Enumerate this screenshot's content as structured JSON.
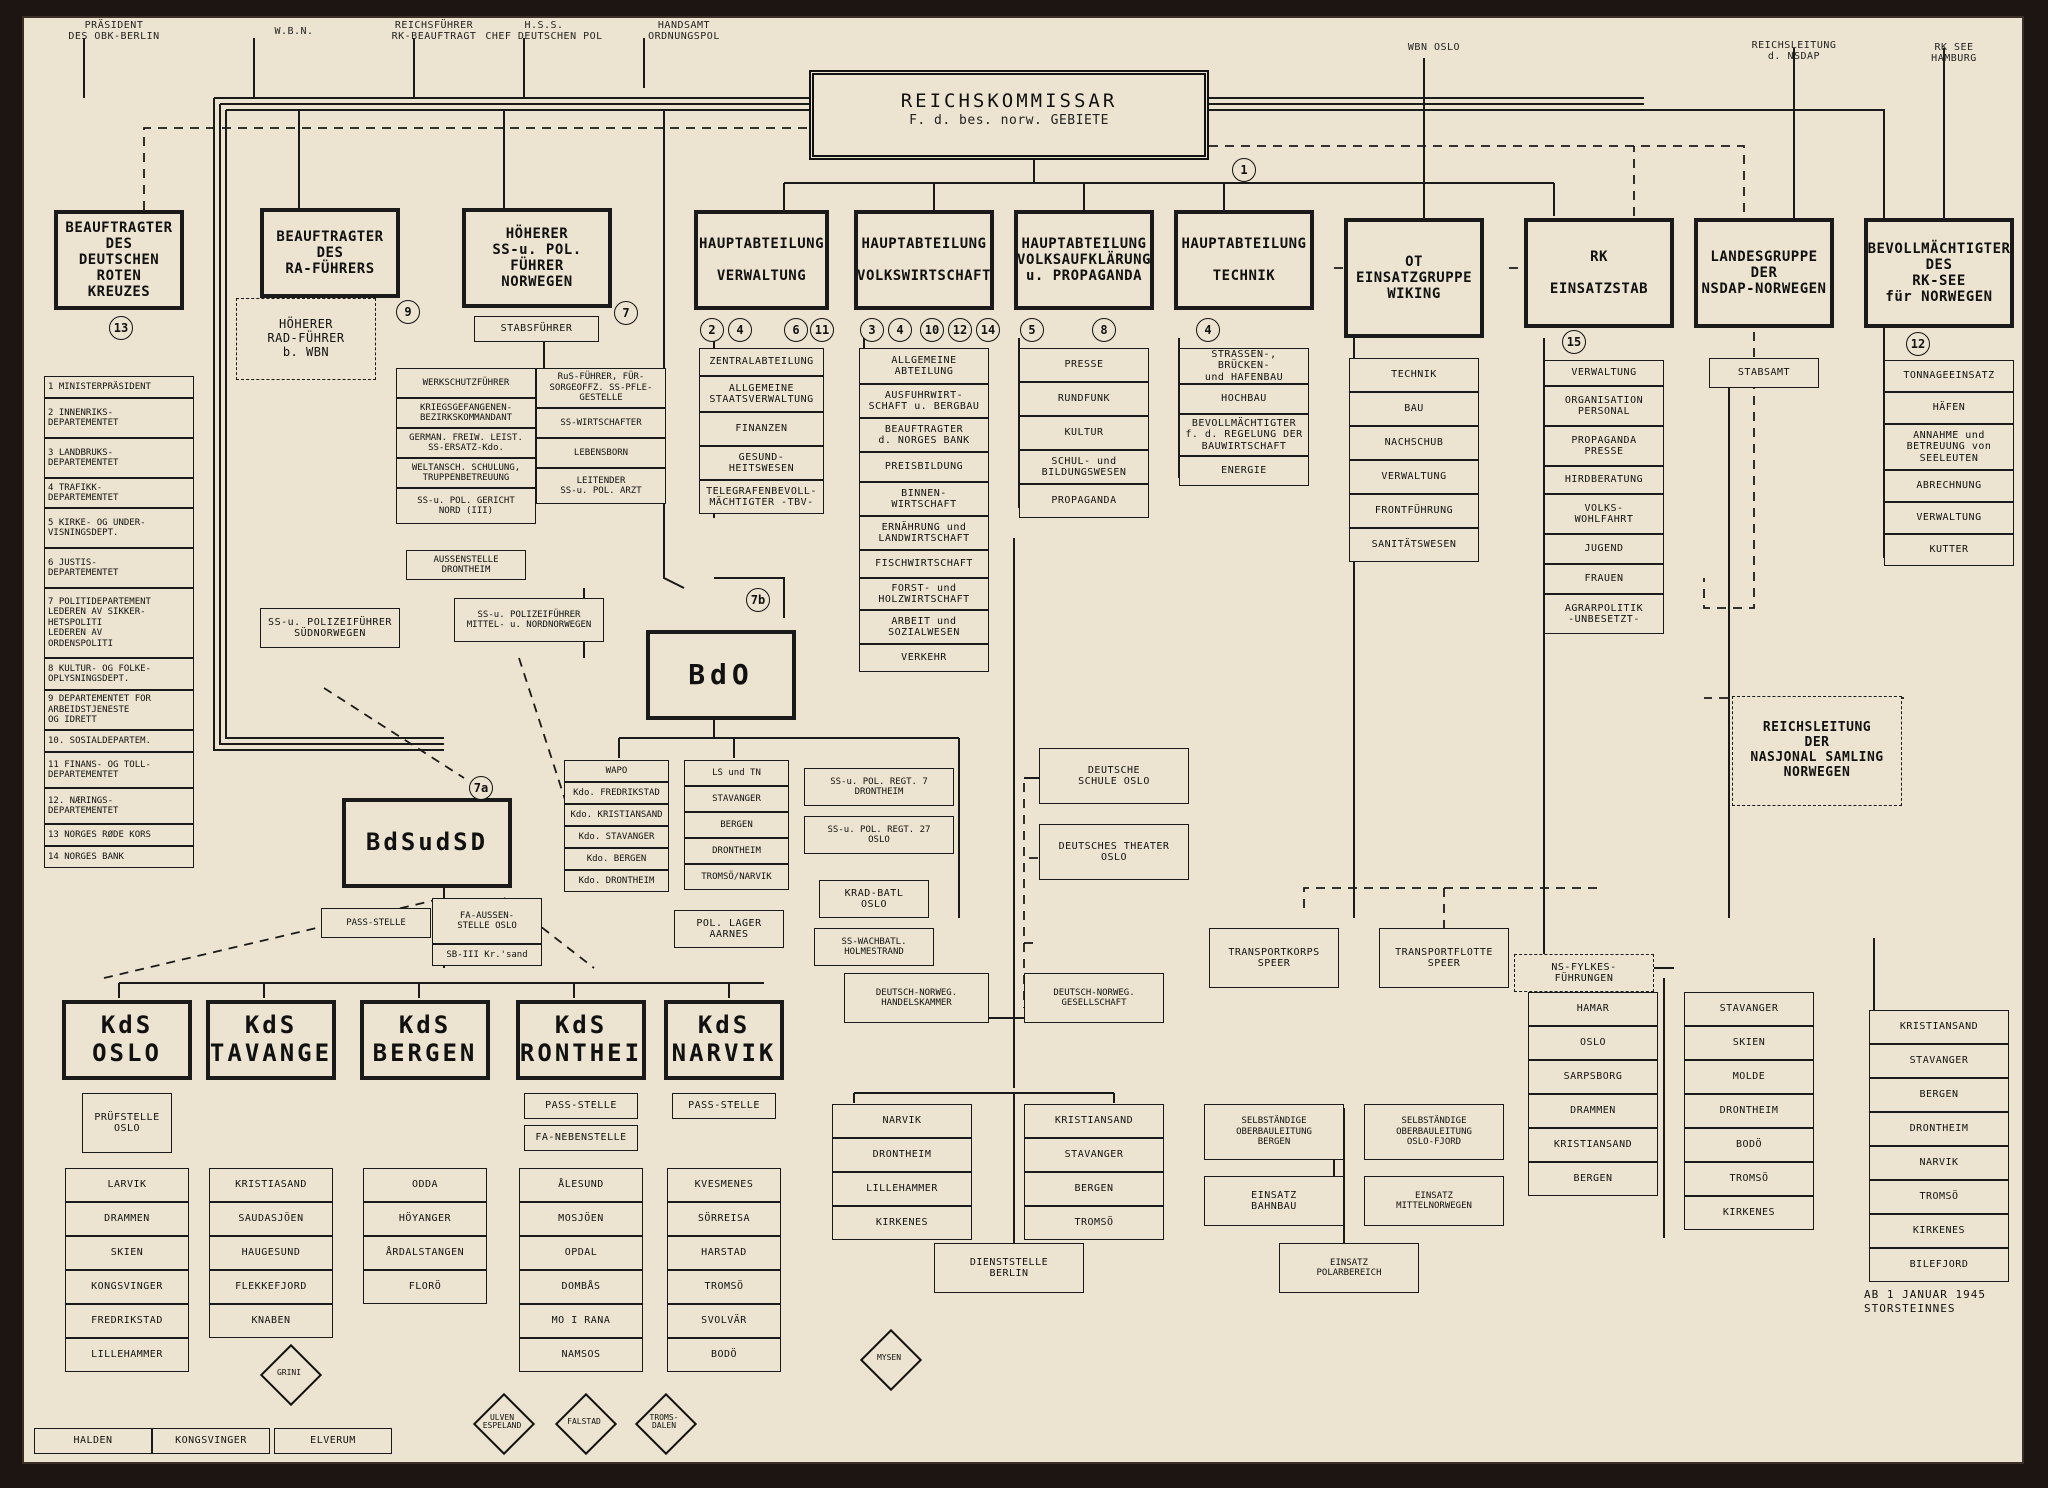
{
  "top_labels": [
    "PRÄSIDENT\nDES OBK-BERLIN",
    "W.B.N.",
    "REICHSFÜHRER\nRK-BEAUFTRAGT",
    "H.S.S.\nCHEF DEUTSCHEN POL",
    "HANDSAMT\nORDNUNGSPOL",
    "WBN OSLO",
    "REICHSLEITUNG\nd. NSDAP",
    "RK SEE\nHAMBURG"
  ],
  "reichskommissar": {
    "title": "REICHSKOMMISSAR",
    "subtitle": "F. d. bes. norw. GEBIETE",
    "num": "1"
  },
  "left_column": {
    "beauftragter_drk": "BEAUFTRAGTER\nDES\nDEUTSCHEN ROTEN\nKREUZES",
    "num13": "13",
    "departments": [
      "1  MINISTERPRÄSIDENT",
      "2  INNENRIKS-\nDEPARTEMENTET",
      "3  LANDBRUKS-\nDEPARTEMENTET",
      "4  TRAFIKK-\nDEPARTEMENTET",
      "5  KIRKE- OG UNDER-\nVISNINGSDEPT.",
      "6  JUSTIS-\nDEPARTEMENTET",
      "7  POLITIDEPARTEMENT\nLEDEREN AV SIKKER-\nHETSPOLITI\nLEDEREN AV\nORDENSPOLITI",
      "8  KULTUR- OG FOLKE-\nOPLYSNINGSDEPT.",
      "9  DEPARTEMENTET FOR\nARBEIDSTJENESTE\nOG IDRETT",
      "10. SOSIALDEPARTEM.",
      "11  FINANS- OG TOLL-\nDEPARTEMENTET",
      "12. NÆRINGS-\nDEPARTEMENTET",
      "13  NORGES RØDE KORS",
      "14  NORGES BANK"
    ]
  },
  "ra": {
    "title": "BEAUFTRAGTER\nDES\nRA-FÜHRERS",
    "rad": "HÖHERER\nRAD-FÜHRER\nb. WBN",
    "num9": "9"
  },
  "hssp": {
    "title": "HÖHERER\nSS-u. POL. FÜHRER\nNORWEGEN",
    "stab": "STABSFÜHRER",
    "num7": "7",
    "left_items": [
      "WERKSCHUTZFÜHRER",
      "KRIEGSGEFANGENEN-\nBEZIRKSKOMMANDANT",
      "GERMAN. FREIW. LEIST.\nSS-ERSATZ-Kdo.",
      "WELTANSCH. SCHULUNG,\nTRUPPENBETREUUNG",
      "SS-u. POL. GERICHT\nNORD (III)"
    ],
    "right_items": [
      "RuS-FÜHRER, FÜR-\nSORGEOFFZ. SS-PFLE-\nGESTELLE",
      "SS-WIRTSCHAFTER",
      "LEBENSBORN",
      "LEITENDER\nSS-u. POL. ARZT"
    ],
    "aussenstelle": "AUSSENSTELLE\nDRONTHEIM",
    "spf_sued": "SS-u. POLIZEIFÜHRER\nSÜDNORWEGEN",
    "spf_mitte": "SS-u. POLIZEIFÜHRER\nMITTEL- u. NORDNORWEGEN"
  },
  "hauptabteilungen": [
    {
      "title": "HAUPTABTEILUNG\n\nVERWALTUNG",
      "nums": [
        "2",
        "4",
        "6",
        "11"
      ],
      "items": [
        "ZENTRALABTEILUNG",
        "ALLGEMEINE\nSTAATSVERWALTUNG",
        "FINANZEN",
        "GESUND-\nHEITSWESEN",
        "TELEGRAFENBEVOLL-\nMÄCHTIGTER -TBV-"
      ]
    },
    {
      "title": "HAUPTABTEILUNG\n\nVOLKSWIRTSCHAFT",
      "nums": [
        "3",
        "4",
        "10",
        "12",
        "14"
      ],
      "items": [
        "ALLGEMEINE\nABTEILUNG",
        "AUSFUHRWIRT-\nSCHAFT u. BERGBAU",
        "BEAUFTRAGTER\nd. NORGES BANK",
        "PREISBILDUNG",
        "BINNEN-\nWIRTSCHAFT",
        "ERNÄHRUNG und\nLANDWIRTSCHAFT",
        "FISCHWIRTSCHAFT",
        "FORST- und\nHOLZWIRTSCHAFT",
        "ARBEIT und\nSOZIALWESEN",
        "VERKEHR"
      ]
    },
    {
      "title": "HAUPTABTEILUNG\nVOLKSAUFKLÄRUNG\nu. PROPAGANDA",
      "nums": [
        "5",
        "8"
      ],
      "items": [
        "PRESSE",
        "RUNDFUNK",
        "KULTUR",
        "SCHUL- und\nBILDUNGSWESEN",
        "PROPAGANDA"
      ]
    },
    {
      "title": "HAUPTABTEILUNG\n\nTECHNIK",
      "nums": [
        "4"
      ],
      "items": [
        "STRASSEN-, BRÜCKEN-\nund HAFENBAU",
        "HOCHBAU",
        "BEVOLLMÄCHTIGTER\nf. d. REGELUNG DER\nBAUWIRTSCHAFT",
        "ENERGIE"
      ]
    }
  ],
  "ot": {
    "title": "OT\nEINSATZGRUPPE\nWIKING",
    "items": [
      "TECHNIK",
      "BAU",
      "NACHSCHUB",
      "VERWALTUNG",
      "FRONTFÜHRUNG",
      "SANITÄTSWESEN"
    ]
  },
  "rk_einsatzstab": {
    "title": "RK\n\nEINSATZSTAB",
    "num": "15",
    "items": [
      "VERWALTUNG",
      "ORGANISATION\nPERSONAL",
      "PROPAGANDA\nPRESSE",
      "HIRDBERATUNG",
      "VOLKS-\nWOHLFAHRT",
      "JUGEND",
      "FRAUEN",
      "AGRARPOLITIK\n-UNBESETZT-"
    ]
  },
  "nsdap": {
    "title": "LANDESGRUPPE\nDER\nNSDAP-NORWEGEN",
    "stab": "STABSAMT"
  },
  "rk_see": {
    "title": "BEVOLLMÄCHTIGTER\nDES\nRK-SEE\nfür NORWEGEN",
    "num": "12",
    "items": [
      "TONNAGEEINSATZ",
      "HÄFEN",
      "ANNAHME und\nBETREUUNG von\nSEELEUTEN",
      "ABRECHNUNG",
      "VERWALTUNG",
      "KUTTER"
    ],
    "ports": [
      "KRISTIANSAND",
      "STAVANGER",
      "BERGEN",
      "DRONTHEIM",
      "NARVIK",
      "TROMSÖ",
      "KIRKENES",
      "BILEFJORD"
    ],
    "note": "AB 1 JANUAR 1945\nSTORSTEINNES"
  },
  "reichsleitung_ns": "REICHSLEITUNG\nDER\nNASJONAL SAMLING\nNORWEGEN",
  "bdo": {
    "title": "BdO",
    "num": "7b",
    "wapo": [
      "WAPO",
      "Kdo. FREDRIKSTAD",
      "Kdo. KRISTIANSAND",
      "Kdo. STAVANGER",
      "Kdo. BERGEN",
      "Kdo. DRONTHEIM"
    ],
    "ls": [
      "LS und TN",
      "STAVANGER",
      "BERGEN",
      "DRONTHEIM",
      "TROMSÖ/NARVIK"
    ],
    "regt7": "SS-u. POL. REGT. 7\nDRONTHEIM",
    "regt27": "SS-u. POL. REGT. 27\nOSLO",
    "krad": "KRAD-BATL\nOSLO",
    "wach": "SS-WACHBATL.\nHOLMESTRAND",
    "pol_lager": "POL. LAGER\nAARNES"
  },
  "bdsusd": {
    "title": "BdSudSD",
    "num": "7a",
    "pass": "PASS-STELLE",
    "fa": "FA-AUSSEN-\nSTELLE OSLO",
    "sb": "SB-III Kr.'sand"
  },
  "kds": [
    {
      "title": "KdS\nOSLO",
      "sub": [
        "PRÜFSTELLE\nOSLO"
      ],
      "towns": [
        "LARVIK",
        "DRAMMEN",
        "SKIEN",
        "KONGSVINGER",
        "FREDRIKSTAD",
        "LILLEHAMMER"
      ],
      "diamond": "GRINI"
    },
    {
      "title": "KdS\nSTAVANGER",
      "sub": [],
      "towns": [
        "KRISTIASAND",
        "SAUDASJÖEN",
        "HAUGESUND",
        "FLEKKEFJORD",
        "KNABEN"
      ]
    },
    {
      "title": "KdS\nBERGEN",
      "sub": [],
      "towns": [
        "ODDA",
        "HÖYANGER",
        "ÅRDALSTANGEN",
        "FLORÖ"
      ]
    },
    {
      "title": "KdS\nDRONTHEIM",
      "sub": [
        "PASS-STELLE",
        "FA-NEBENSTELLE"
      ],
      "towns": [
        "ÅLESUND",
        "MOSJÖEN",
        "OPDAL",
        "DOMBÅS",
        "MO I RANA",
        "NAMSOS"
      ],
      "diamonds": [
        "ULVEN\nESPELAND",
        "FALSTAD"
      ]
    },
    {
      "title": "KdS\nNARVIK",
      "sub": [
        "PASS-STELLE"
      ],
      "towns": [
        "KVESMENES",
        "SÖRREISA",
        "HARSTAD",
        "TROMSÖ",
        "SVOLVÄR",
        "BODÖ"
      ],
      "diamond": "TROMS-\nDALEN"
    }
  ],
  "bottom_towns": [
    "HALDEN",
    "KONGSVINGER",
    "ELVERUM"
  ],
  "mysen": "MYSEN",
  "deutsche_schule": "DEUTSCHE\nSCHULE OSLO",
  "deutsches_theater": "DEUTSCHES THEATER\nOSLO",
  "handelskammer": "DEUTSCH-NORWEG.\nHANDELSKAMMER",
  "gesellschaft": "DEUTSCH-NORWEG.\nGESELLSCHAFT",
  "wbn_cities_left": [
    "NARVIK",
    "DRONTHEIM",
    "LILLEHAMMER",
    "KIRKENES"
  ],
  "wbn_cities_right": [
    "KRISTIANSAND",
    "STAVANGER",
    "BERGEN",
    "TROMSÖ"
  ],
  "dienststelle": "DIENSTSTELLE\nBERLIN",
  "transportkorps": "TRANSPORTKORPS\nSPEER",
  "transportflotte": "TRANSPORTFLOTTE\nSPEER",
  "oberbau_bergen": "SELBSTÄNDIGE\nOBERBAULEITUNG\nBERGEN",
  "oberbau_oslo": "SELBSTÄNDIGE\nOBERBAULEITUNG\nOSLO-FJORD",
  "einsatz_bahnbau": "EINSATZ\nBAHNBAU",
  "einsatz_mittel": "EINSATZ\nMITTELNORWEGEN",
  "einsatz_polar": "EINSATZ\nPOLARBEREICH",
  "ns_fylkes": "NS-FYLKES-\nFÜHRUNGEN",
  "fylkes_left": [
    "HAMAR",
    "OSLO",
    "SARPSBORG",
    "DRAMMEN",
    "KRISTIANSAND",
    "BERGEN"
  ],
  "fylkes_right": [
    "STAVANGER",
    "SKIEN",
    "MOLDE",
    "DRONTHEIM",
    "BODÖ",
    "TROMSÖ",
    "KIRKENES"
  ]
}
